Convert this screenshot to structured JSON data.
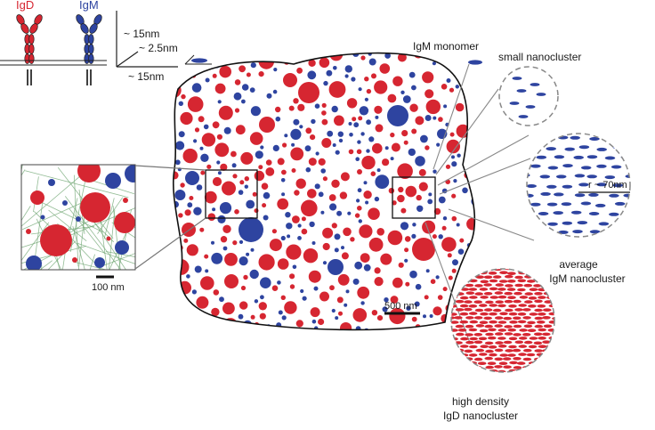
{
  "antibodies": {
    "igd_label": "IgD",
    "igm_label": "IgM",
    "igd_color": "#d62631",
    "igm_color": "#2e44a0"
  },
  "dimensions": {
    "height_label": "~ 15nm",
    "depth_label": "~ 2.5nm",
    "width_label": "~ 15nm"
  },
  "callouts": {
    "igm_monomer": "IgM monomer",
    "small_nanocluster": "small nanocluster",
    "radius_label": "r ~ 70nm",
    "average_line1": "average",
    "average_line2": "IgM nanocluster",
    "high_density_line1": "high density",
    "high_density_line2": "IgD nanocluster"
  },
  "scale_bars": {
    "main": "500 nm",
    "inset": "100 nm"
  },
  "colors": {
    "igd_red": "#d62631",
    "igm_blue": "#2e44a0",
    "actin_green": "#6fa572",
    "outline": "#111111",
    "dashed_circle": "#888888"
  }
}
